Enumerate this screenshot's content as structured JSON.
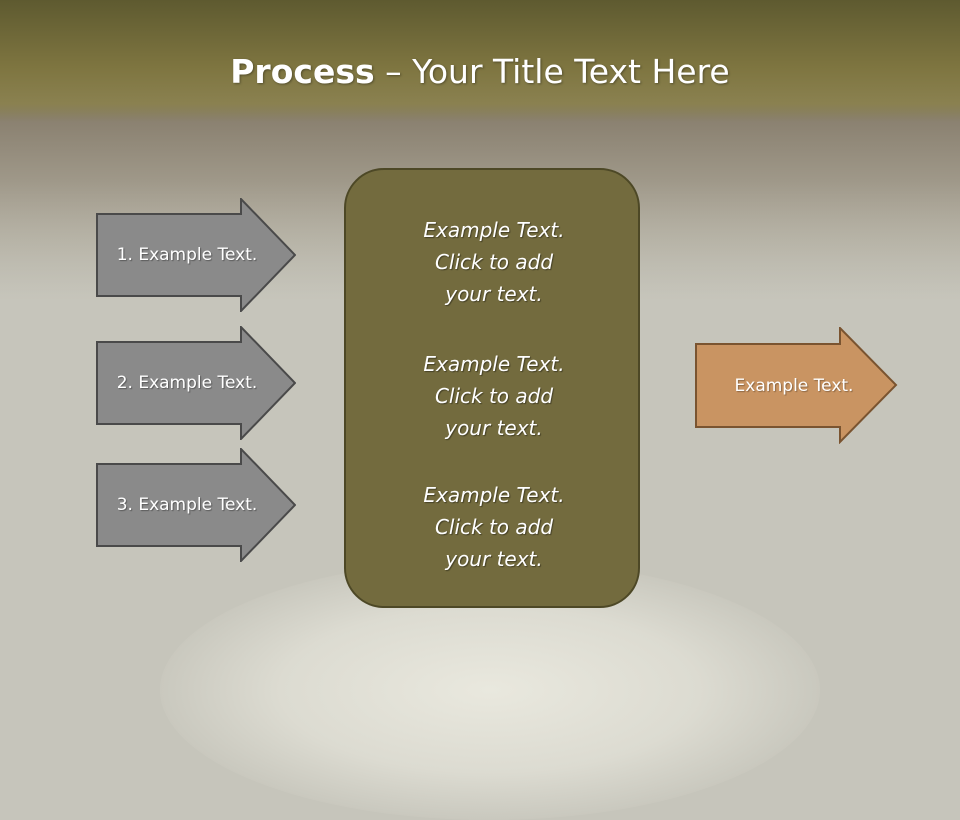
{
  "title": {
    "bold": "Process",
    "rest": " – Your Title Text Here"
  },
  "inputs": [
    {
      "label": "1. Example Text."
    },
    {
      "label": "2. Example Text."
    },
    {
      "label": "3. Example Text."
    }
  ],
  "center": [
    {
      "line1": "Example Text.",
      "line2": "Click  to add",
      "line3": "your text."
    },
    {
      "line1": "Example Text.",
      "line2": "Click  to add",
      "line3": "your text."
    },
    {
      "line1": "Example Text.",
      "line2": "Click  to add",
      "line3": "your text."
    }
  ],
  "output": {
    "label": "Example Text."
  },
  "colors": {
    "input_arrow_fill": "#8a8a8a",
    "input_arrow_stroke": "#4a4a4a",
    "center_box_fill": "#736b3e",
    "output_arrow_fill": "#c99462",
    "output_arrow_stroke": "#7a5430",
    "title_bar": "#7e7540"
  }
}
